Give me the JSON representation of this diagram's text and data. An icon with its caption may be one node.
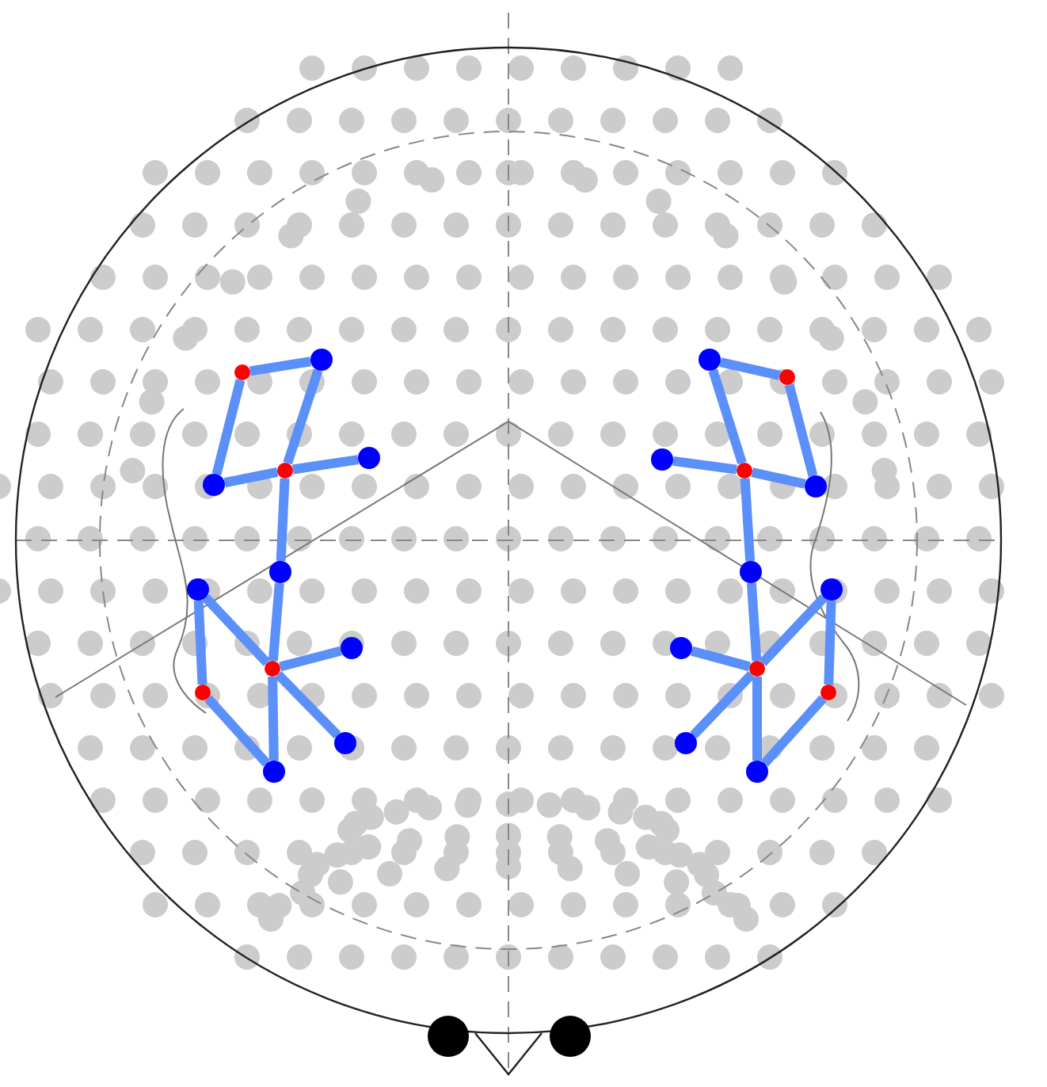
{
  "diagram": {
    "nodes": [
      {
        "text": [],
        "shape": "circle"
      },
      {
        "text": [],
        "shape": "circle"
      },
      {
        "text": [],
        "shape": "circle"
      },
      {
        "text": [],
        "shape": "circle"
      },
      {
        "text": [],
        "shape": "circle"
      },
      {
        "text": [],
        "shape": "circle"
      },
      {
        "text": [],
        "shape": "circle"
      },
      {
        "text": [],
        "shape": "circle"
      },
      {
        "text": [],
        "shape": "circle"
      },
      {
        "text": [],
        "shape": "circle"
      },
      {
        "text": [],
        "shape": "circle"
      },
      {
        "text": [],
        "shape": "circle"
      },
      {
        "text": [],
        "shape": "circle"
      },
      {
        "text": [],
        "shape": "circle"
      },
      {
        "text": [],
        "shape": "circle"
      },
      {
        "text": [],
        "shape": "circle"
      },
      {
        "text": [],
        "shape": "circle"
      },
      {
        "text": [],
        "shape": "circle"
      },
      {
        "text": [],
        "shape": "circle"
      },
      {
        "text": [],
        "shape": "circle"
      },
      {
        "text": [],
        "shape": "circle"
      },
      {
        "text": [],
        "shape": "circle"
      },
      {
        "text": [],
        "shape": "circle"
      },
      {
        "text": [],
        "shape": "circle"
      }
    ],
    "edges": [
      {
        "from": 0,
        "to": 1,
        "arrow": "none"
      },
      {
        "from": 1,
        "to": 4,
        "arrow": "none"
      },
      {
        "from": 0,
        "to": 2,
        "arrow": "none"
      },
      {
        "from": 2,
        "to": 4,
        "arrow": "none"
      },
      {
        "from": 4,
        "to": 3,
        "arrow": "none"
      },
      {
        "from": 4,
        "to": 5,
        "arrow": "none"
      },
      {
        "from": 5,
        "to": 8,
        "arrow": "none"
      },
      {
        "from": 8,
        "to": 11,
        "arrow": "none"
      },
      {
        "from": 6,
        "to": 8,
        "arrow": "none"
      },
      {
        "from": 8,
        "to": 10,
        "arrow": "none"
      },
      {
        "from": 8,
        "to": 7,
        "arrow": "none"
      },
      {
        "from": 6,
        "to": 9,
        "arrow": "none"
      },
      {
        "from": 9,
        "to": 11,
        "arrow": "none"
      },
      {
        "from": 12,
        "to": 13,
        "arrow": "none"
      },
      {
        "from": 12,
        "to": 16,
        "arrow": "none"
      },
      {
        "from": 13,
        "to": 15,
        "arrow": "none"
      },
      {
        "from": 14,
        "to": 16,
        "arrow": "none"
      },
      {
        "from": 16,
        "to": 15,
        "arrow": "none"
      },
      {
        "from": 16,
        "to": 17,
        "arrow": "none"
      },
      {
        "from": 17,
        "to": 20,
        "arrow": "none"
      },
      {
        "from": 20,
        "to": 23,
        "arrow": "none"
      },
      {
        "from": 18,
        "to": 20,
        "arrow": "none"
      },
      {
        "from": 20,
        "to": 22,
        "arrow": "none"
      },
      {
        "from": 20,
        "to": 19,
        "arrow": "none"
      },
      {
        "from": 18,
        "to": 21,
        "arrow": "none"
      },
      {
        "from": 21,
        "to": 23,
        "arrow": "none"
      }
    ]
  }
}
